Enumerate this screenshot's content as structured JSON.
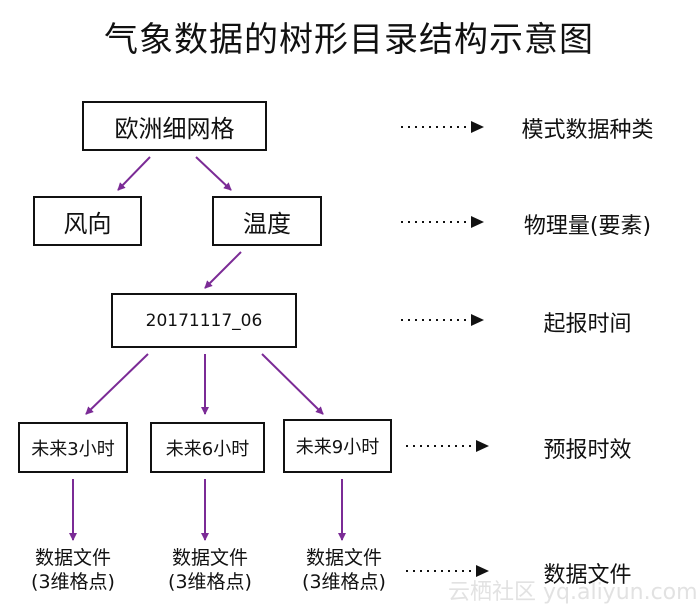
{
  "title": "气象数据的树形目录结构示意图",
  "nodes": {
    "root": "欧洲细网格",
    "wind": "风向",
    "temp": "温度",
    "date": "20171117_06",
    "f3": "未来3小时",
    "f6": "未来6小时",
    "f9": "未来9小时",
    "file_line1": "数据文件",
    "file_line2": "(3维格点)"
  },
  "levels": [
    "模式数据种类",
    "物理量(要素)",
    "起报时间",
    "预报时效",
    "数据文件"
  ],
  "watermark": "云栖社区 yq.aliyun.com",
  "colors": {
    "tree_arrow": "#7b2b96",
    "level_arrow": "#111111"
  }
}
